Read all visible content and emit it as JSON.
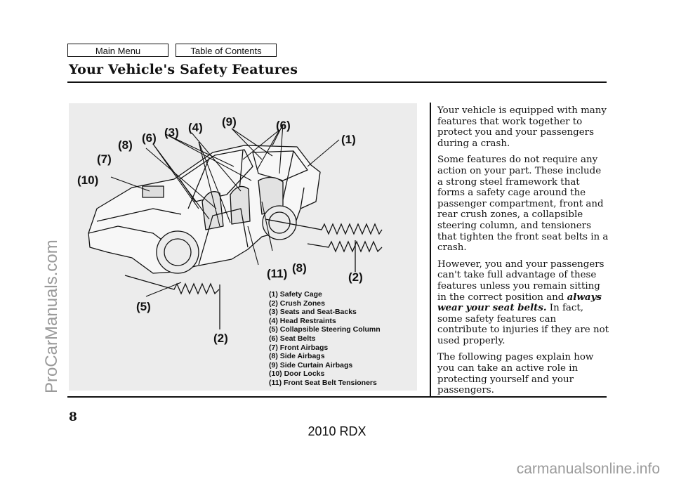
{
  "nav": {
    "main_menu": "Main Menu",
    "toc": "Table of Contents"
  },
  "header": {
    "title": "Your Vehicle's Safety Features"
  },
  "figure": {
    "callouts": {
      "c1": "(1)",
      "c2a": "(2)",
      "c2b": "(2)",
      "c3": "(3)",
      "c4": "(4)",
      "c5": "(5)",
      "c6a": "(6)",
      "c6b": "(6)",
      "c7": "(7)",
      "c8a": "(8)",
      "c8b": "(8)",
      "c9": "(9)",
      "c10": "(10)",
      "c11": "(11)"
    },
    "legend": [
      "(1) Safety Cage",
      "(2) Crush Zones",
      "(3) Seats and Seat-Backs",
      "(4) Head Restraints",
      "(5) Collapsible Steering Column",
      "(6) Seat Belts",
      "(7) Front Airbags",
      "(8) Side Airbags",
      "(9) Side Curtain Airbags",
      "(10) Door Locks",
      "(11) Front Seat Belt Tensioners"
    ]
  },
  "body": {
    "p1": "Your vehicle is equipped with many features that work together to protect you and your passengers during a crash.",
    "p2": "Some features do not require any action on your part. These include a strong steel framework that forms a safety cage around the passenger compartment, front and rear crush zones, a collapsible steering column, and tensioners that tighten the front seat belts in a crash.",
    "p3_before": "However, you and your passengers can't take full advantage of these features unless you remain sitting in the correct position and ",
    "p3_emph": "always wear your seat belts.",
    "p3_after": " In fact, some safety features can contribute to injuries if they are not used properly.",
    "p4": "The following pages explain how you can take an active role in protecting yourself and your passengers."
  },
  "footer": {
    "page_number": "8",
    "model": "2010 RDX",
    "watermark_side": "ProCarManuals.com",
    "watermark_bottom": "carmanualsonline.info"
  }
}
